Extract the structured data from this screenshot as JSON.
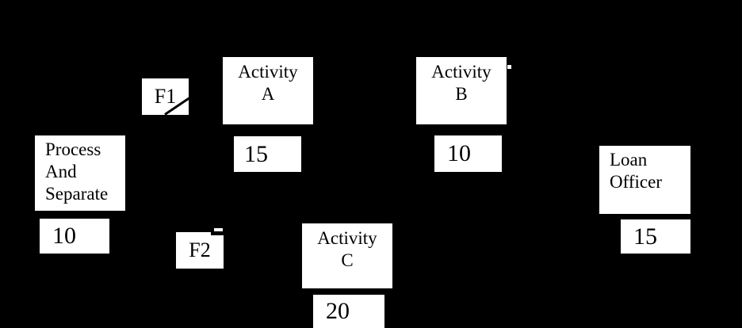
{
  "colors": {
    "background": "#000000",
    "box_fill": "#ffffff",
    "text": "#000000",
    "connector": "#000000"
  },
  "diagram": {
    "type": "process-flow-diagram",
    "nodes": {
      "process": {
        "label": "Process\nAnd\nSeparate",
        "score": "10"
      },
      "f1": {
        "label": "F1"
      },
      "f2": {
        "label": "F2"
      },
      "activity_a": {
        "label": "Activity\nA",
        "score": "15"
      },
      "activity_b": {
        "label": "Activity\nB",
        "score": "10"
      },
      "activity_c": {
        "label": "Activity\nC",
        "score": "20"
      },
      "loan_officer": {
        "label": "Loan\nOfficer",
        "score": "15"
      }
    }
  }
}
